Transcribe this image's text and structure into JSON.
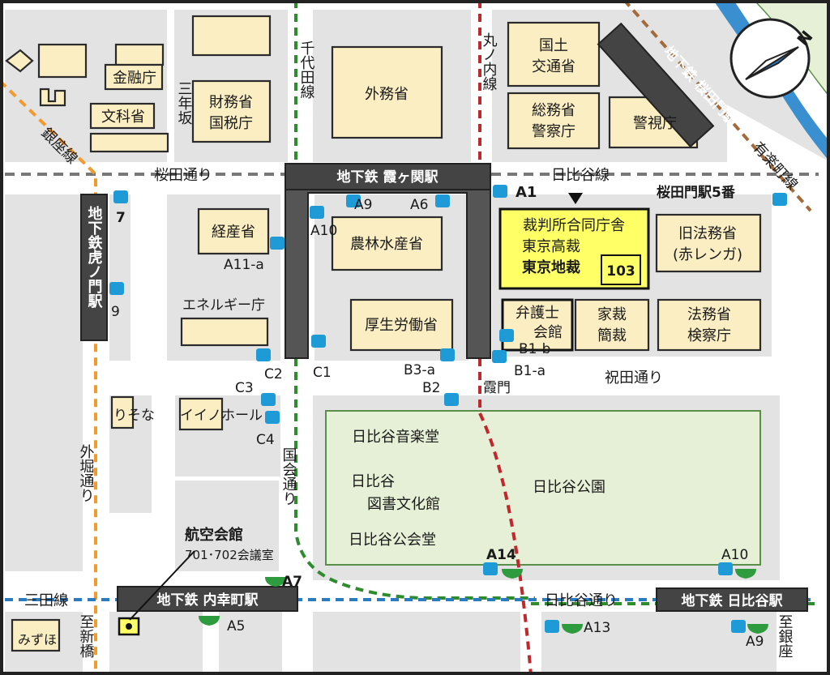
{
  "colors": {
    "block": "#e3e3e3",
    "building": "#fbeec2",
    "highlight": "#ffff66",
    "park": "#e6f0d6",
    "park_border": "#5a8f4a",
    "station_band": "#444444",
    "chiyoda_line": "#2e8b2e",
    "marunouchi_line": "#c0282d",
    "ginza_line": "#f39a2e",
    "yurakucho_line": "#a36a3a",
    "mita_line": "#2a7bc0",
    "hibiya_line": "#888888",
    "metro_icon": "#1e9bd7",
    "toei_icon": "#2e9b3e"
  },
  "stations": {
    "kasumigaseki": "地下鉄 霞ヶ関駅",
    "sakuradamon": "地下鉄 桜田門駅",
    "toranomon": "地下鉄虎ノ門駅",
    "uchisaiwaicho": "地下鉄 内幸町駅",
    "hibiya": "地下鉄 日比谷駅"
  },
  "lines": {
    "chiyoda": "千代田線",
    "marunouchi": "丸ノ内線",
    "ginza": "銀座線",
    "hibiya": "日比谷線",
    "yurakucho": "有楽町線",
    "mita": "三田線"
  },
  "streets": {
    "sakurada_dori": "桜田通り",
    "iwai_dori": "祝田通り",
    "kokkai_dori": "国会通り",
    "hibiya_dori": "日比谷通り",
    "sotobori_dori": "外堀通り",
    "sannenzaka": "三年坂",
    "to_shimbashi": "至新橋",
    "to_ginza": "至銀座"
  },
  "buildings": {
    "kinyucho": "金融庁",
    "monkasho": "文科省",
    "zaimusho": "財務省",
    "kokuzeicho": "国税庁",
    "gaimusho": "外務省",
    "kokudo": "国土",
    "kotsusho": "交通省",
    "somusho": "総務省",
    "keisatsucho": "警察庁",
    "keishicho": "警視庁",
    "keisansho": "経産省",
    "enecho": "エネルギー庁",
    "norin": "農林水産省",
    "koro": "厚生労働省",
    "court_l1": "裁判所合同庁舎",
    "court_l2": "東京高裁",
    "court_l3": "東京地裁",
    "court_room": "103",
    "kyu_homu_l1": "旧法務省",
    "kyu_homu_l2": "(赤レンガ)",
    "bengoshi_l1": "弁護士",
    "bengoshi_l2": "会館",
    "kasai_l1": "家裁",
    "kasai_l2": "簡裁",
    "homusho": "法務省",
    "kensatsucho": "検察庁",
    "risona": "りそな",
    "iino": "イイノホール",
    "mizuho": "みずほ",
    "koku_kaikan": "航空会館",
    "koku_rooms": "701･702会議室"
  },
  "park": {
    "park_name": "日比谷公園",
    "ongakudo": "日比谷音楽堂",
    "library_l1": "日比谷",
    "library_l2": "図書文化館",
    "kokaido": "日比谷公会堂"
  },
  "exits": {
    "a1": "A1",
    "sakuradamon5": "桜田門駅5番",
    "a9": "A9",
    "a6": "A6",
    "a10": "A10",
    "a11a": "A11-a",
    "c1": "C1",
    "c2": "C2",
    "c3": "C3",
    "c4": "C4",
    "b3a": "B3-a",
    "b2": "B2",
    "kasumon": "霞門",
    "b1a": "B1-a",
    "b1b": "B1-b",
    "toranomon7": "7",
    "toranomon9": "9",
    "a14": "A14",
    "a10_hibiya": "A10",
    "a7": "A7",
    "a5": "A5",
    "a13": "A13",
    "a9_hibiya": "A9"
  },
  "compass": "N"
}
